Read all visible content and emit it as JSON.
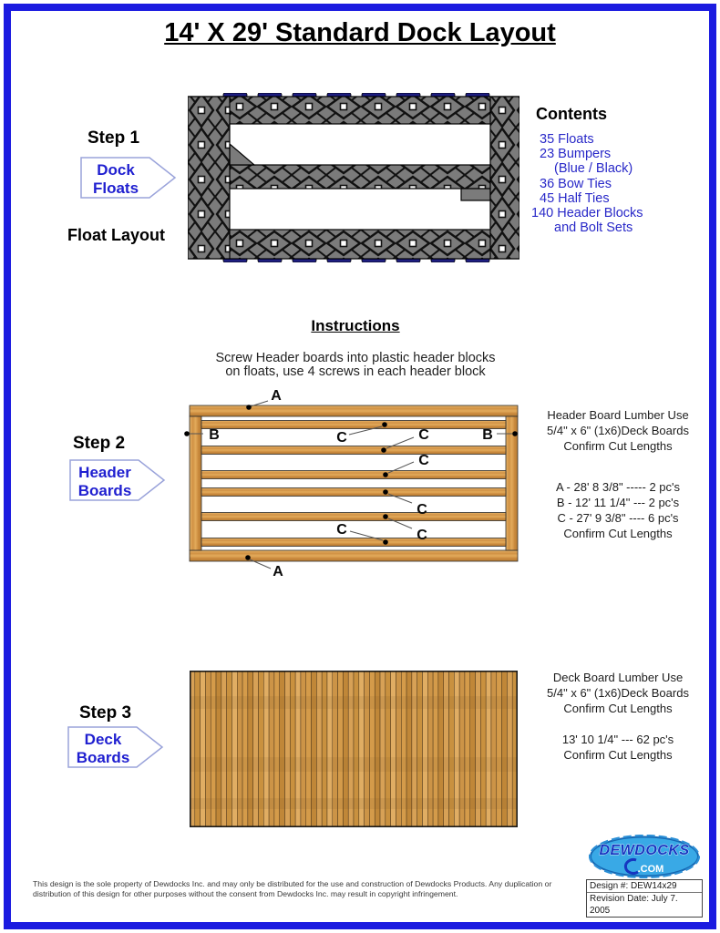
{
  "title": "14' X 29' Standard Dock Layout",
  "step1": {
    "label": "Step 1",
    "tag_line1": "Dock",
    "tag_line2": "Floats",
    "caption": "Float Layout",
    "contents_heading": "Contents",
    "contents_items": [
      {
        "text": "35 Floats",
        "indent": 0
      },
      {
        "text": "23 Bumpers",
        "indent": 0
      },
      {
        "text": "(Blue / Black)",
        "indent": 1
      },
      {
        "text": "36 Bow Ties",
        "indent": 0
      },
      {
        "text": "45 Half Ties",
        "indent": 0
      },
      {
        "text": "140 Header Blocks",
        "indent": -1
      },
      {
        "text": "and Bolt Sets",
        "indent": 1
      }
    ]
  },
  "instructions": {
    "heading": "Instructions",
    "lines": [
      "Screw Header boards into plastic header blocks",
      "on floats, use 4 screws in each header block"
    ]
  },
  "step2": {
    "label": "Step 2",
    "tag_line1": "Header",
    "tag_line2": "Boards",
    "labels": {
      "a": "A",
      "b": "B",
      "c": "C"
    },
    "lumber_lines": [
      "Header Board Lumber Use",
      "5/4\" x 6\" (1x6)Deck Boards",
      "Confirm Cut Lengths"
    ],
    "cut_lines": [
      "A - 28' 8 3/8\" ----- 2 pc's",
      "B - 12' 11 1/4\" --- 2 pc's",
      "C - 27' 9 3/8\" ---- 6 pc's",
      "Confirm Cut Lengths"
    ]
  },
  "step3": {
    "label": "Step 3",
    "tag_line1": "Deck",
    "tag_line2": "Boards",
    "lumber_lines": [
      "Deck Board Lumber Use",
      "5/4\" x 6\" (1x6)Deck Boards",
      "Confirm Cut Lengths"
    ],
    "cut_lines": [
      "13' 10 1/4\" --- 62 pc's",
      "Confirm Cut Lengths"
    ],
    "deck_board_count": 62
  },
  "footer": {
    "legal": "This design is the sole property of Dewdocks Inc. and may only be distributed for the use and construction of Dewdocks Products. Any duplication or distribution of this design for other purposes without the consent from Dewdocks Inc. may result in copyright infringement.",
    "logo_text": "DEWDOCKS",
    "logo_com": ".COM",
    "design_number": "Design #: DEW14x29",
    "revision_date": "Revision Date: July 7. 2005"
  },
  "colors": {
    "accent_blue": "#2929c8",
    "border_blue": "#1b1be0",
    "bumper_navy": "#1e1e82",
    "float_gray": "#7b7b7b",
    "wood_tan": "#d9a254"
  }
}
